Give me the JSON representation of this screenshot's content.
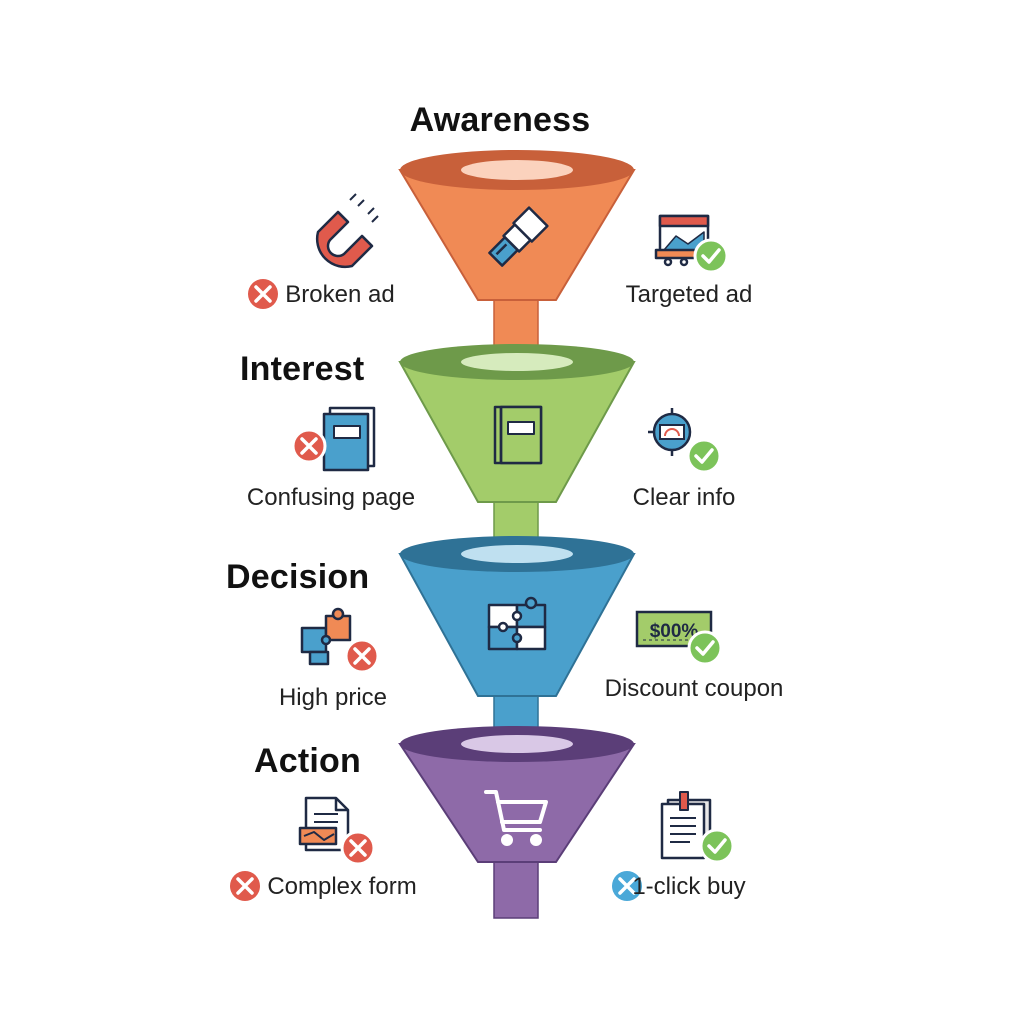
{
  "stages": [
    {
      "title": "Awareness",
      "center_icon": "telescope-icon",
      "negative": {
        "label": "Broken ad",
        "icon": "magnet-icon",
        "status": "x-mark"
      },
      "positive": {
        "label": "Targeted ad",
        "icon": "billboard-icon",
        "status": "check-mark"
      }
    },
    {
      "title": "Interest",
      "center_icon": "book-icon",
      "negative": {
        "label": "Confusing page",
        "icon": "folder-icon",
        "status": "x-mark"
      },
      "positive": {
        "label": "Clear info",
        "icon": "gauge-target-icon",
        "status": "check-mark"
      }
    },
    {
      "title": "Decision",
      "center_icon": "puzzle-icon",
      "negative": {
        "label": "High price",
        "icon": "puzzle-pieces-icon",
        "status": "x-mark"
      },
      "positive": {
        "label": "Discount coupon",
        "icon": "coupon-icon",
        "status": "check-mark",
        "coupon_text": "$00%"
      }
    },
    {
      "title": "Action",
      "center_icon": "shopping-cart-icon",
      "negative": {
        "label": "Complex form",
        "icon": "form-document-icon",
        "status": "x-mark"
      },
      "positive": {
        "label": "1-click buy",
        "icon": "clipboard-icon",
        "status": "check-mark"
      }
    }
  ],
  "colors": {
    "awareness": "#f08a55",
    "awareness_dark": "#c8603a",
    "interest": "#a3cc6a",
    "interest_dark": "#6e9a4a",
    "decision": "#4aa0cc",
    "decision_dark": "#2f7296",
    "action": "#8e6aa8",
    "action_dark": "#5b3e78",
    "x_mark": "#e05a4c",
    "check_mark": "#7cc35a",
    "x_mark_blue": "#4aa8d8"
  }
}
